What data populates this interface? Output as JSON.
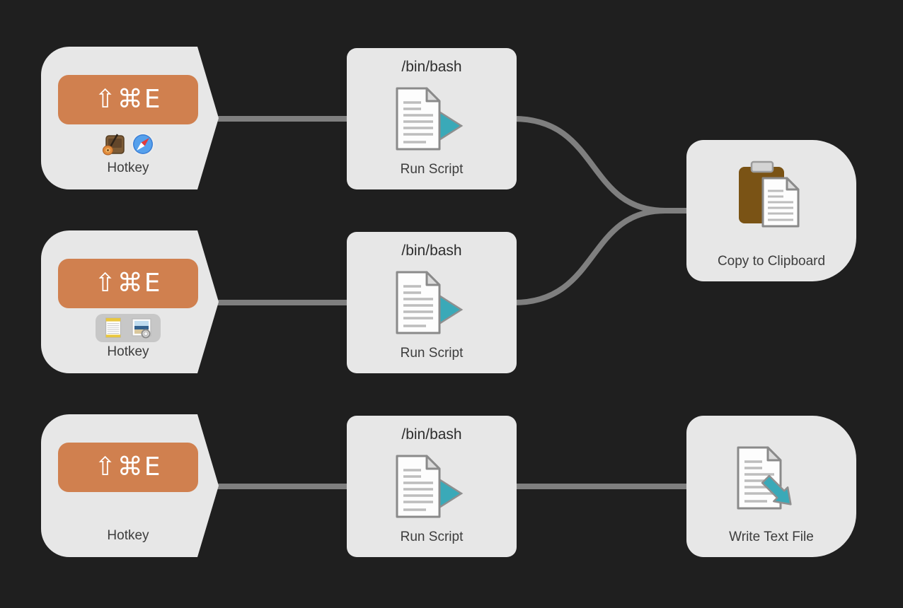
{
  "canvas": {
    "description": "Workflow editor canvas with trigger, action and output nodes connected by wires"
  },
  "nodes": {
    "hotkey1": {
      "type": "Hotkey trigger",
      "badge": "⇧⌘E",
      "label": "Hotkey",
      "app_icons": [
        "garageband-icon",
        "safari-icon"
      ]
    },
    "hotkey2": {
      "type": "Hotkey trigger",
      "badge": "⇧⌘E",
      "label": "Hotkey",
      "app_icons": [
        "textedit-icon",
        "preview-icon"
      ]
    },
    "hotkey3": {
      "type": "Hotkey trigger",
      "badge": "⇧⌘E",
      "label": "Hotkey",
      "app_icons": []
    },
    "script1": {
      "type": "Run Script action",
      "title": "/bin/bash",
      "label": "Run Script"
    },
    "script2": {
      "type": "Run Script action",
      "title": "/bin/bash",
      "label": "Run Script"
    },
    "script3": {
      "type": "Run Script action",
      "title": "/bin/bash",
      "label": "Run Script"
    },
    "output1": {
      "type": "Output action",
      "label": "Copy to Clipboard"
    },
    "output2": {
      "type": "Output action",
      "label": "Write Text File"
    }
  },
  "connections": [
    {
      "from": "hotkey1",
      "to": "script1"
    },
    {
      "from": "hotkey2",
      "to": "script2"
    },
    {
      "from": "hotkey3",
      "to": "script3"
    },
    {
      "from": "script1",
      "to": "output1"
    },
    {
      "from": "script2",
      "to": "output1"
    },
    {
      "from": "script3",
      "to": "output2"
    }
  ],
  "colors": {
    "background": "#1f1f1f",
    "node_fill": "#e7e7e7",
    "hotkey_badge_orange": "#d0804f",
    "wire_gray": "#7f7f7f",
    "accent_teal": "#3aa9b8",
    "clipboard_brown": "#7a5315",
    "label_text": "#3d3d3d"
  }
}
